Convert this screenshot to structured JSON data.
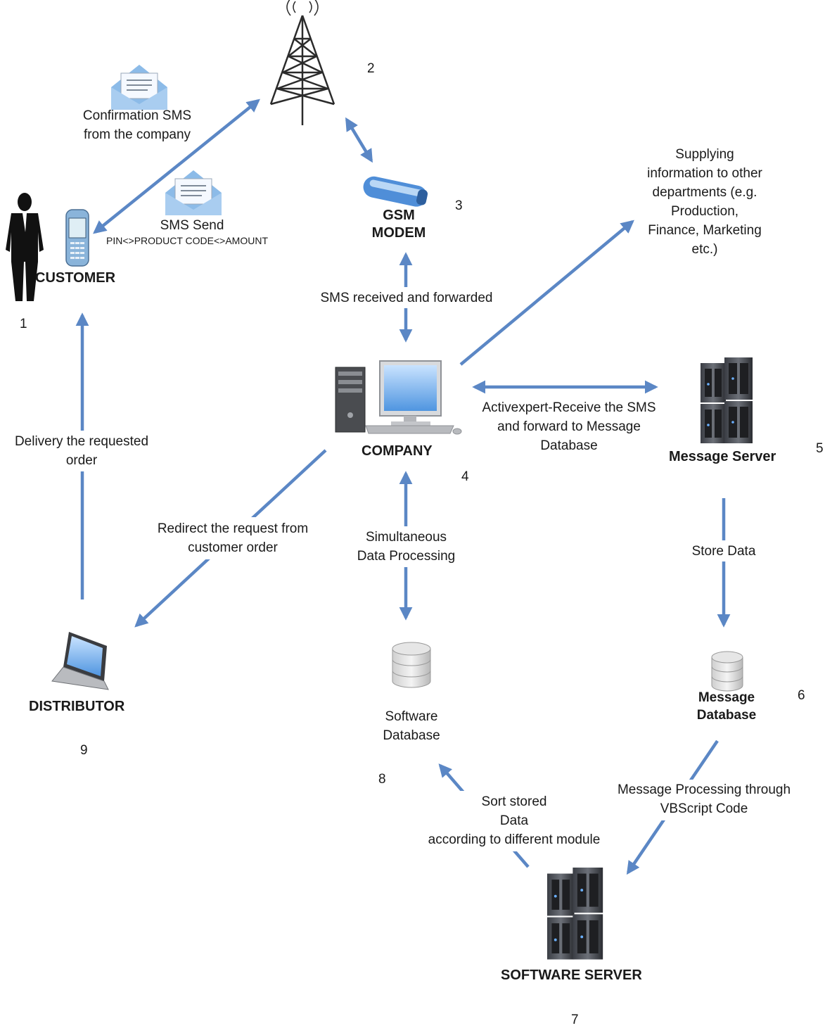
{
  "colors": {
    "arrow": "#5b87c5",
    "envelope": "#8cbbe8",
    "text": "#1a1a1a"
  },
  "nodes": {
    "customer": {
      "label": "CUSTOMER",
      "number": "1",
      "icon": "businessman-with-phone-icon"
    },
    "tower": {
      "number": "2",
      "icon": "cell-tower-icon"
    },
    "gsm_modem": {
      "label_line1": "GSM",
      "label_line2": "MODEM",
      "number": "3",
      "icon": "usb-modem-icon"
    },
    "company": {
      "label": "COMPANY",
      "number": "4",
      "icon": "desktop-computer-icon"
    },
    "message_server": {
      "label": "Message Server",
      "number": "5",
      "icon": "server-rack-icon"
    },
    "message_database": {
      "label_line1": "Message",
      "label_line2": "Database",
      "number": "6",
      "icon": "database-icon"
    },
    "software_server": {
      "label": "SOFTWARE SERVER",
      "number": "7",
      "icon": "server-rack-icon"
    },
    "software_database": {
      "label_line1": "Software",
      "label_line2": "Database",
      "number": "8",
      "icon": "database-icon"
    },
    "distributor": {
      "label": "DISTRIBUTOR",
      "number": "9",
      "icon": "laptop-icon"
    }
  },
  "edges": {
    "confirmation_sms": {
      "line1": "Confirmation SMS",
      "line2": "from the company"
    },
    "sms_send": {
      "line1": "SMS Send",
      "line2": "PIN<>PRODUCT CODE<>AMOUNT"
    },
    "sms_received": {
      "text": "SMS received and forwarded"
    },
    "supplying_info": {
      "line1": "Supplying",
      "line2": "information to other",
      "line3": "departments (e.g.",
      "line4": "Production,",
      "line5": "Finance, Marketing",
      "line6": "etc.)"
    },
    "activexpert": {
      "line1": "Activexpert-Receive the SMS",
      "line2": "and forward to Message",
      "line3": "Database"
    },
    "delivery": {
      "line1": "Delivery the requested",
      "line2": "order"
    },
    "redirect": {
      "line1": "Redirect the request from",
      "line2": "customer order"
    },
    "simultaneous": {
      "line1": "Simultaneous",
      "line2": "Data Processing"
    },
    "store_data": {
      "text": "Store Data"
    },
    "message_processing": {
      "line1": "Message Processing through",
      "line2": "VBScript Code"
    },
    "sort_stored": {
      "line1": "Sort stored",
      "line2": "Data",
      "line3": "according to different module"
    }
  }
}
